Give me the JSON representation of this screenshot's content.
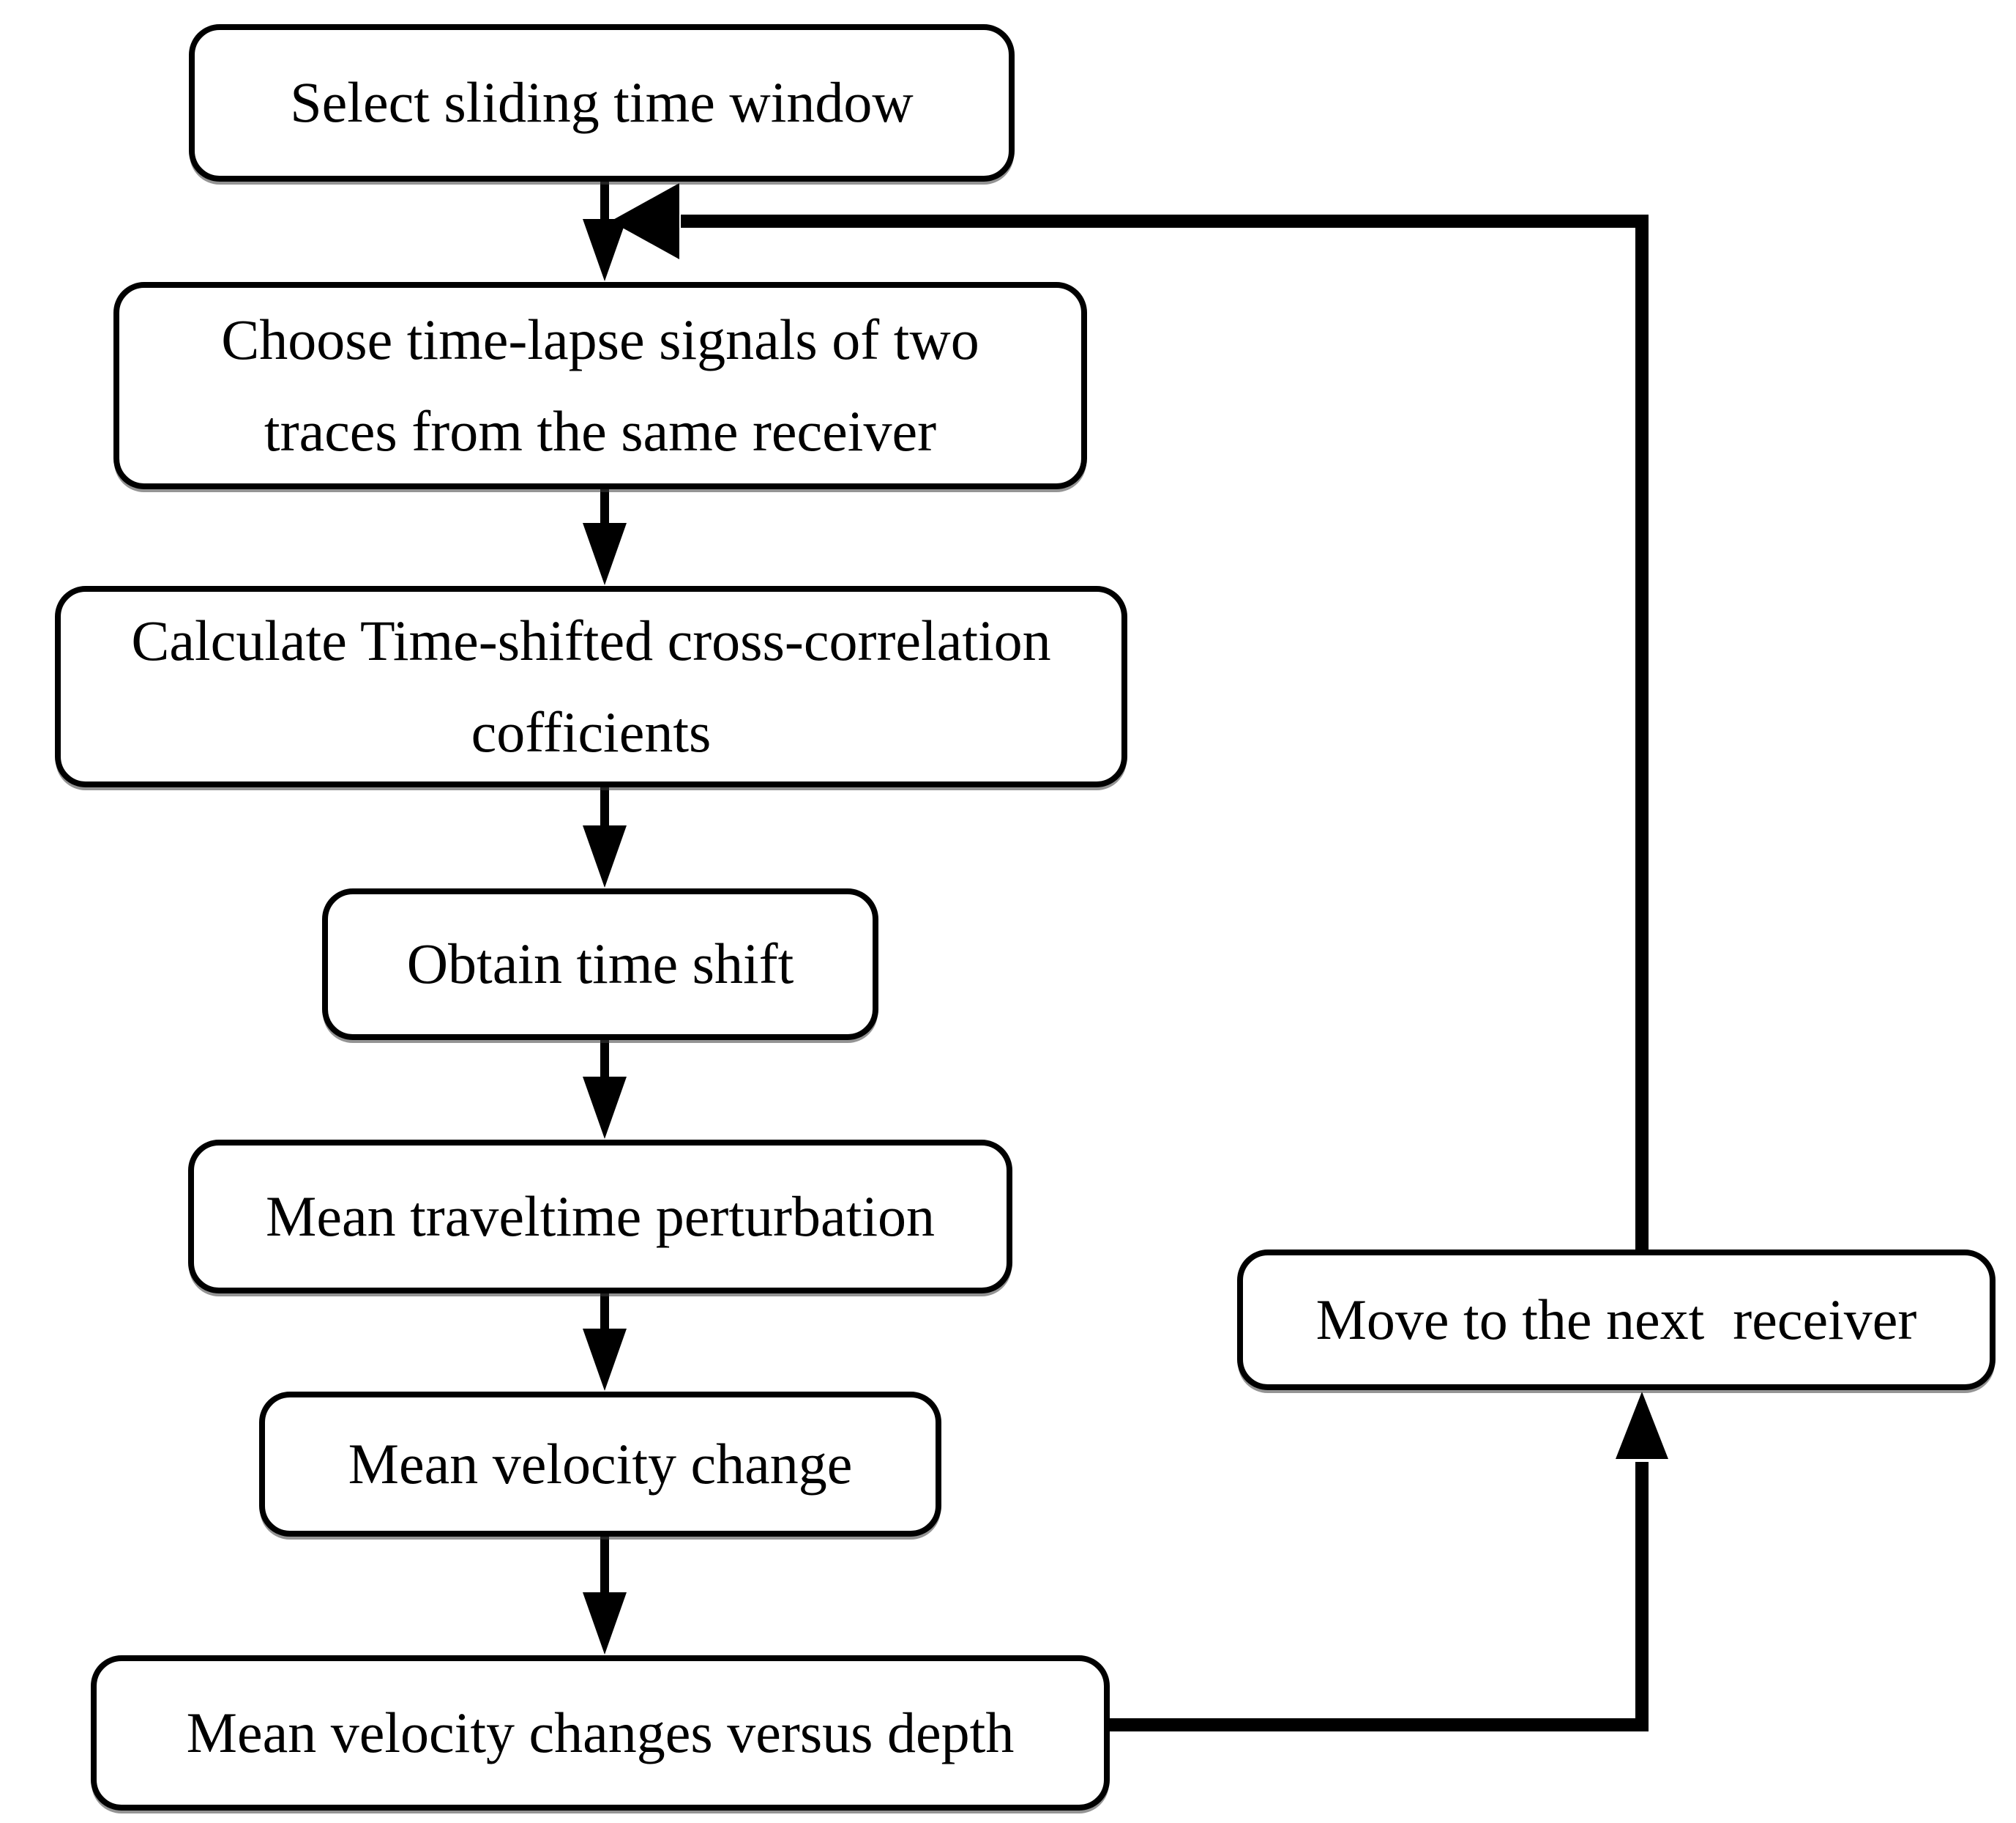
{
  "diagram": {
    "type": "flowchart",
    "background_color": "#ffffff",
    "line_color": "#000000",
    "text_color": "#000000",
    "boxes": [
      {
        "id": "select-window",
        "label": "Select sliding time window"
      },
      {
        "id": "choose-signals",
        "label": "Choose time-lapse signals of two\ntraces from the same receiver"
      },
      {
        "id": "calc-correlation",
        "label": "Calculate Time-shifted cross-correlation\ncofficients"
      },
      {
        "id": "obtain-shift",
        "label": "Obtain time shift"
      },
      {
        "id": "mean-traveltime",
        "label": "Mean traveltime perturbation"
      },
      {
        "id": "mean-velocity",
        "label": "Mean velocity change"
      },
      {
        "id": "velocity-depth",
        "label": "Mean velocity changes versus depth"
      },
      {
        "id": "next-receiver",
        "label": "Move to the next  receiver"
      }
    ],
    "edges": [
      {
        "from": "select-window",
        "to": "choose-signals",
        "style": "arrow-down"
      },
      {
        "from": "choose-signals",
        "to": "calc-correlation",
        "style": "arrow-down"
      },
      {
        "from": "calc-correlation",
        "to": "obtain-shift",
        "style": "arrow-down"
      },
      {
        "from": "obtain-shift",
        "to": "mean-traveltime",
        "style": "arrow-down"
      },
      {
        "from": "mean-traveltime",
        "to": "mean-velocity",
        "style": "arrow-down"
      },
      {
        "from": "mean-velocity",
        "to": "velocity-depth",
        "style": "arrow-down"
      },
      {
        "from": "velocity-depth",
        "to": "next-receiver",
        "style": "right-then-up-arrow"
      },
      {
        "from": "next-receiver",
        "to": "choose-signals",
        "style": "up-then-left-arrow-loop",
        "note": "rejoins connector between select-window and choose-signals"
      }
    ]
  }
}
